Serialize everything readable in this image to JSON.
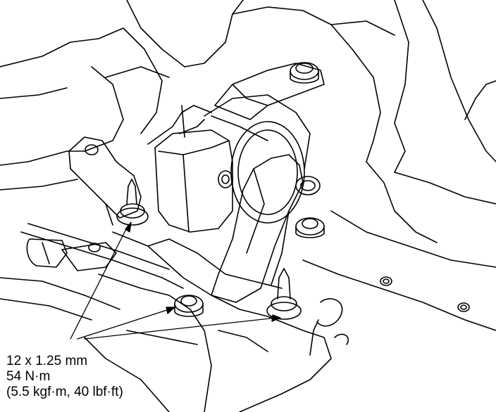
{
  "callout": {
    "line1": "12 x 1.25 mm",
    "line2": "54 N·m",
    "line3": "(5.5 kgf·m, 40 lbf·ft)"
  },
  "colors": {
    "ink": "#000000",
    "paper": "#ffffff"
  }
}
